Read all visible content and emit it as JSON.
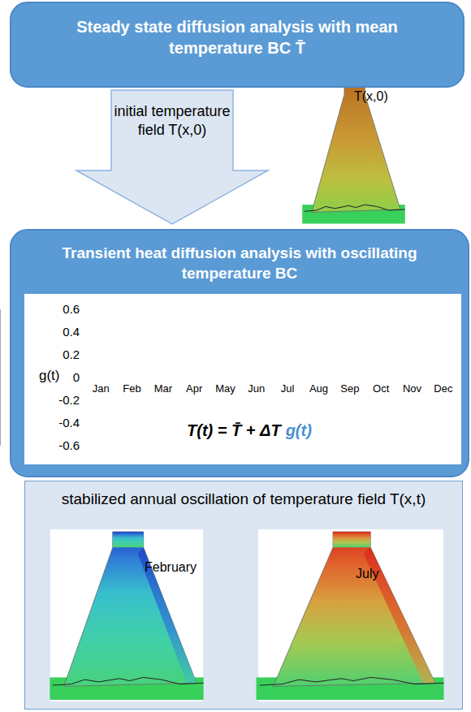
{
  "diagram": {
    "nodes": [
      {
        "text": [
          "Steady state diffusion analysis with mean temperature BC T̄"
        ]
      },
      {
        "text": [
          "initial temperature field T(x,0)"
        ]
      },
      {
        "text": [
          "Transient heat diffusion analysis with oscillating temperature BC"
        ]
      },
      {
        "text": [
          "stabilized annual oscillation of temperature field T(x,t)"
        ]
      }
    ],
    "labels": [
      "T(x,0)",
      "0.6",
      "0.4",
      "0.2",
      "0",
      "-0.2",
      "-0.4",
      "-0.6",
      "g(t)",
      "Jan",
      "Feb",
      "Mar",
      "Apr",
      "May",
      "Jun",
      "Jul",
      "Aug",
      "Sep",
      "Oct",
      "Nov",
      "Dec",
      "T(t) = T̄ + ΔT",
      "g(t)",
      "February",
      "July"
    ]
  }
}
